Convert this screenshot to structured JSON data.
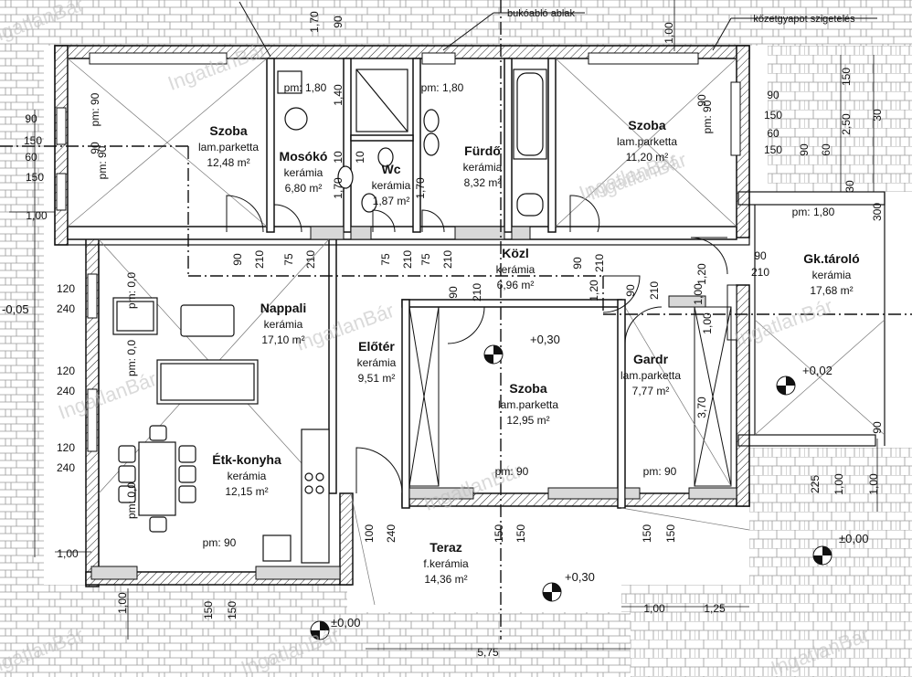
{
  "watermark": "IngatlanBár",
  "notes": {
    "tilting_window": "bukóabló ablak",
    "insulation": "kőzetgyapot szigetelés"
  },
  "rooms": [
    {
      "id": "szoba1",
      "name": "Szoba",
      "floor": "lam.parketta",
      "area": "12,48 m²"
    },
    {
      "id": "mosoko",
      "name": "Mosókó",
      "floor": "kerámia",
      "area": "6,80 m²"
    },
    {
      "id": "wc",
      "name": "Wc",
      "floor": "kerámia",
      "area": "1,87 m²"
    },
    {
      "id": "furdo",
      "name": "Fürdő",
      "floor": "kerámia",
      "area": "8,32 m²"
    },
    {
      "id": "szoba2",
      "name": "Szoba",
      "floor": "lam.parketta",
      "area": "11,20 m²"
    },
    {
      "id": "gktarolo",
      "name": "Gk.tároló",
      "floor": "kerámia",
      "area": "17,68 m²"
    },
    {
      "id": "kozl",
      "name": "Közl",
      "floor": "kerámia",
      "area": "6,96 m²"
    },
    {
      "id": "nappali",
      "name": "Nappali",
      "floor": "kerámia",
      "area": "17,10 m²"
    },
    {
      "id": "eloter",
      "name": "Előtér",
      "floor": "kerámia",
      "area": "9,51 m²"
    },
    {
      "id": "szoba3",
      "name": "Szoba",
      "floor": "lam.parketta",
      "area": "12,95 m²"
    },
    {
      "id": "gardr",
      "name": "Gardr",
      "floor": "lam.parketta",
      "area": "7,77 m²"
    },
    {
      "id": "etk",
      "name": "Étk-konyha",
      "floor": "kerámia",
      "area": "12,15 m²"
    },
    {
      "id": "terasz",
      "name": "Teraz",
      "floor": "f.kerámia",
      "area": "14,36 m²"
    }
  ],
  "levels": [
    "+0,30",
    "+0,02",
    "+0,30",
    "±0,00",
    "±0,00",
    "-0,05"
  ],
  "parapets": [
    "pm: 1,80",
    "pm: 1,80",
    "pm: 90",
    "pm: 90",
    "pm: 1,80",
    "pm: 90",
    "pm: 90",
    "pm: 90",
    "pm: 0,0",
    "pm: 0,0",
    "pm: 0,0",
    "pm: 90"
  ],
  "dimensions": [
    "90",
    "150",
    "60",
    "150",
    "1,00",
    "120",
    "240",
    "120",
    "240",
    "120",
    "240",
    "1,00",
    "1,00",
    "150",
    "150",
    "100",
    "240",
    "150",
    "150",
    "150",
    "150",
    "1,00",
    "1,25",
    "5,75",
    "90",
    "210",
    "75",
    "210",
    "75",
    "210",
    "75",
    "210",
    "90",
    "210",
    "90",
    "210",
    "90",
    "210",
    "1,20",
    "90",
    "210",
    "1,00",
    "1,20",
    "1,00",
    "3,70",
    "1,00",
    "1,40",
    "10",
    "1,70",
    "1,70",
    "10",
    "90",
    "150",
    "60",
    "150",
    "90",
    "60",
    "150",
    "2,50",
    "30",
    "30",
    "300",
    "225",
    "1,00",
    "1,00",
    "90",
    "1,70",
    "90",
    "90",
    "90",
    "90"
  ]
}
